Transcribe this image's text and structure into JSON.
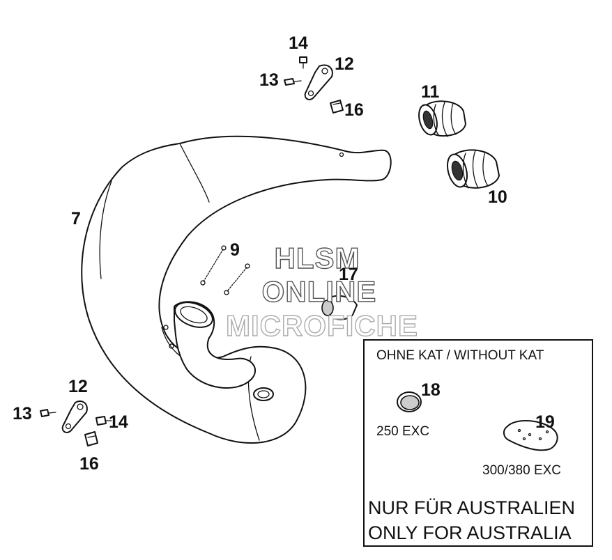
{
  "watermark": {
    "line1": "HLSM",
    "line2": "ONLINE",
    "line3": "MICROFICHE"
  },
  "callouts": {
    "c7": "7",
    "c9": "9",
    "c10": "10",
    "c11": "11",
    "c12_top": "12",
    "c13_top": "13",
    "c14_top": "14",
    "c16_top": "16",
    "c17": "17",
    "c12_bottom": "12",
    "c13_bottom": "13",
    "c14_bottom": "14",
    "c16_bottom": "16"
  },
  "inset": {
    "title": "OHNE KAT / WITHOUT KAT",
    "part18_number": "18",
    "part18_label": "250 EXC",
    "part19_number": "19",
    "part19_label": "300/380 EXC",
    "note_line1": "NUR FÜR AUSTRALIEN",
    "note_line2": "ONLY FOR AUSTRALIA"
  }
}
